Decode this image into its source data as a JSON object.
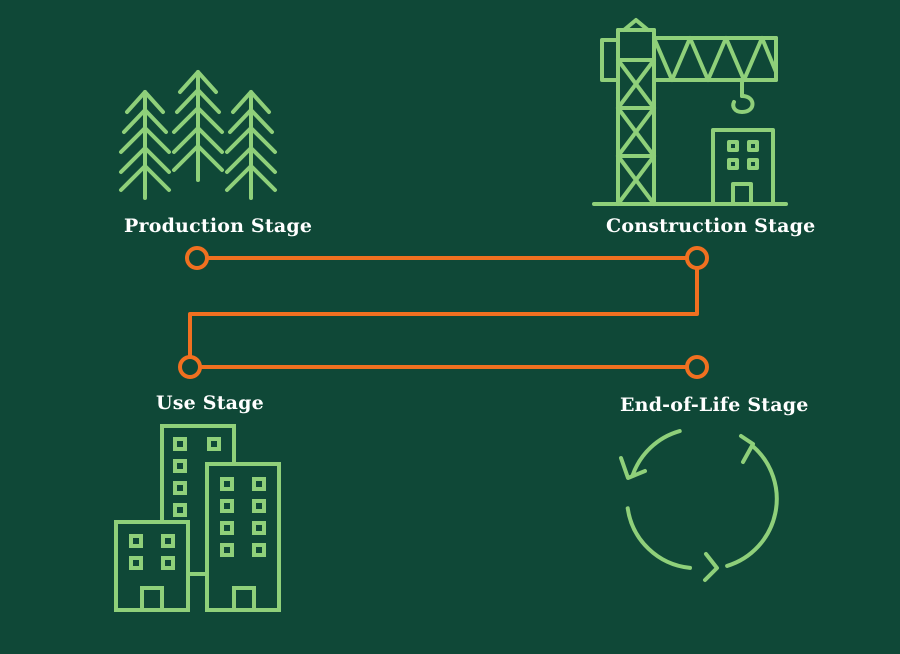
{
  "stages": {
    "production": {
      "label": "Production Stage",
      "icon": "trees-icon"
    },
    "construction": {
      "label": "Construction Stage",
      "icon": "crane-icon"
    },
    "use": {
      "label": "Use Stage",
      "icon": "buildings-icon"
    },
    "end_of_life": {
      "label": "End-of-Life Stage",
      "icon": "recycle-icon"
    }
  },
  "colors": {
    "background": "#0f4837",
    "icon": "#8fd07a",
    "connector": "#f07020",
    "text": "#ffffff"
  }
}
